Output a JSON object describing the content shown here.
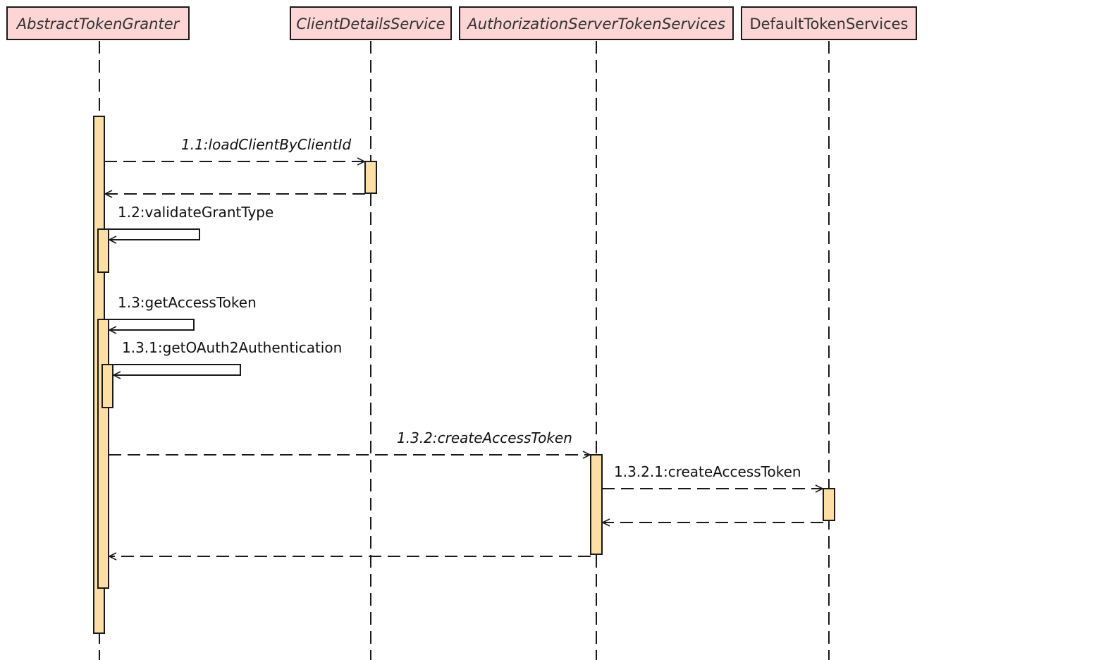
{
  "colors": {
    "header_fill": "#fdd5d5",
    "activation_fill": "#fddfa6",
    "line": "#1a1a1a"
  },
  "participants": [
    {
      "id": "atg",
      "label": "AbstractTokenGranter",
      "italic": true
    },
    {
      "id": "cds",
      "label": "ClientDetailsService",
      "italic": true
    },
    {
      "id": "asts",
      "label": "AuthorizationServerTokenServices",
      "italic": true
    },
    {
      "id": "dts",
      "label": "DefaultTokenServices",
      "italic": false
    }
  ],
  "messages": [
    {
      "id": "m1",
      "label": "1.1:loadClientByClientId",
      "italic": true,
      "from": "atg",
      "to": "cds",
      "kind": "call"
    },
    {
      "id": "r1",
      "label": "",
      "from": "cds",
      "to": "atg",
      "kind": "return"
    },
    {
      "id": "m2",
      "label": "1.2:validateGrantType",
      "italic": false,
      "from": "atg",
      "to": "atg",
      "kind": "self"
    },
    {
      "id": "m3",
      "label": "1.3:getAccessToken",
      "italic": false,
      "from": "atg",
      "to": "atg",
      "kind": "self"
    },
    {
      "id": "m4",
      "label": "1.3.1:getOAuth2Authentication",
      "italic": false,
      "from": "atg",
      "to": "atg",
      "kind": "self"
    },
    {
      "id": "m5",
      "label": "1.3.2:createAccessToken",
      "italic": true,
      "from": "atg",
      "to": "asts",
      "kind": "call"
    },
    {
      "id": "m6",
      "label": "1.3.2.1:createAccessToken",
      "italic": false,
      "from": "asts",
      "to": "dts",
      "kind": "call"
    },
    {
      "id": "r2",
      "label": "",
      "from": "dts",
      "to": "asts",
      "kind": "return"
    },
    {
      "id": "r3",
      "label": "",
      "from": "asts",
      "to": "atg",
      "kind": "return"
    }
  ]
}
